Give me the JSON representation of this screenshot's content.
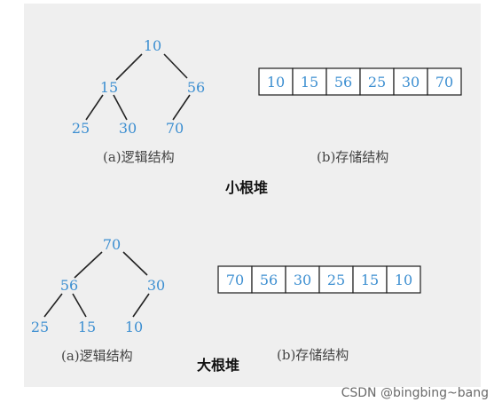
{
  "min_heap": {
    "title": "小根堆",
    "tree_caption": "(a)逻辑结构",
    "array_caption": "(b)存储结构",
    "tree_nodes": [
      "10",
      "15",
      "56",
      "25",
      "30",
      "70"
    ],
    "array_cells": [
      "10",
      "15",
      "56",
      "25",
      "30",
      "70"
    ]
  },
  "max_heap": {
    "title": "大根堆",
    "tree_caption": "(a)逻辑结构",
    "array_caption": "(b)存储结构",
    "tree_nodes": [
      "70",
      "56",
      "30",
      "25",
      "15",
      "10"
    ],
    "array_cells": [
      "70",
      "56",
      "30",
      "25",
      "15",
      "10"
    ]
  },
  "watermark": "CSDN @bingbing~bang",
  "colors": {
    "node_text": "#3d8fd1",
    "panel_background": "#efefef",
    "cell_border": "#1a1a1a"
  }
}
